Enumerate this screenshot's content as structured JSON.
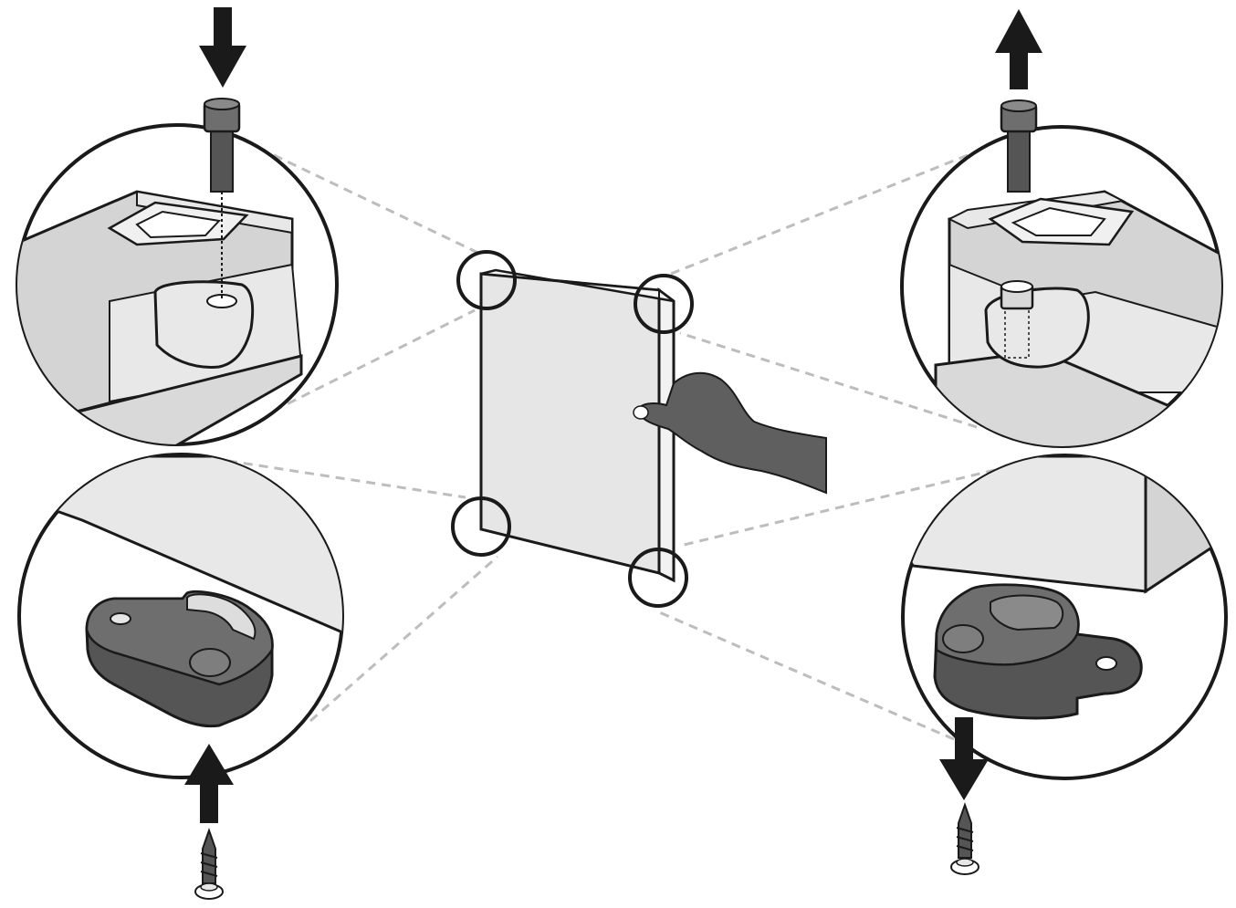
{
  "diagram": {
    "colors": {
      "ink": "#1a1a1a",
      "panel_face": "#e6e6e6",
      "panel_edge": "#f2f2f2",
      "cabinet_light": "#e8e8e8",
      "cabinet_mid": "#d4d4d4",
      "hardware_dark": "#555555",
      "hardware_mid": "#6e6e6e",
      "hand": "#5f5f5f",
      "leader_lines": "#bdbdbd",
      "background": "#ffffff"
    },
    "steps": [
      {
        "corner": "top-left",
        "hardware": "cap-screw",
        "arrow": "down-arrow-icon"
      },
      {
        "corner": "top-right",
        "hardware": "cap-screw",
        "arrow": "up-arrow-icon"
      },
      {
        "corner": "bottom-left",
        "hardware": "wood-screw",
        "arrow": "up-arrow-icon"
      },
      {
        "corner": "bottom-right",
        "hardware": "wood-screw",
        "arrow": "down-arrow-icon"
      }
    ]
  }
}
